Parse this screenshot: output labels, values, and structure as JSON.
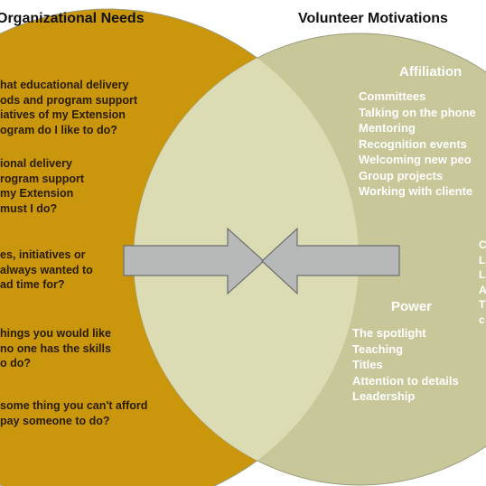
{
  "headings": {
    "left": "Organizational Needs",
    "right": "Volunteer Motivations"
  },
  "colors": {
    "left_circle": "#c9960c",
    "right_circle": "#c7c79a",
    "overlap": "#dcdcb4",
    "arrow_fill": "#b7b9b8",
    "arrow_stroke": "#6d6f6e",
    "list_text": "#ffffff"
  },
  "needs_questions": [
    [
      "hat educational delivery",
      "ods and program support",
      "iatives of my Extension",
      "ogram do I like to do?"
    ],
    [
      "ional delivery",
      "rogram support",
      "my Extension",
      "must I do?"
    ],
    [
      "es, initiatives or",
      "always wanted to",
      "ad time for?"
    ],
    [
      "hings you would like",
      "no one has the skills",
      "o do?"
    ],
    [
      "some thing you can't afford",
      "pay someone to do?"
    ]
  ],
  "affiliation": {
    "title": "Affiliation",
    "items": [
      "Committees",
      "Talking on the phone",
      "Mentoring",
      "Recognition events",
      "Welcoming new peo",
      "Group projects",
      "Working with cliente"
    ]
  },
  "power": {
    "title": "Power",
    "items": [
      "The spotlight",
      "Teaching",
      "Titles",
      "Attention to details",
      "Leadership"
    ]
  },
  "cut_off_right_letters": [
    "C",
    "L",
    "L",
    "A",
    "T",
    "c"
  ],
  "arrows": [
    "arrow-right",
    "arrow-left"
  ]
}
